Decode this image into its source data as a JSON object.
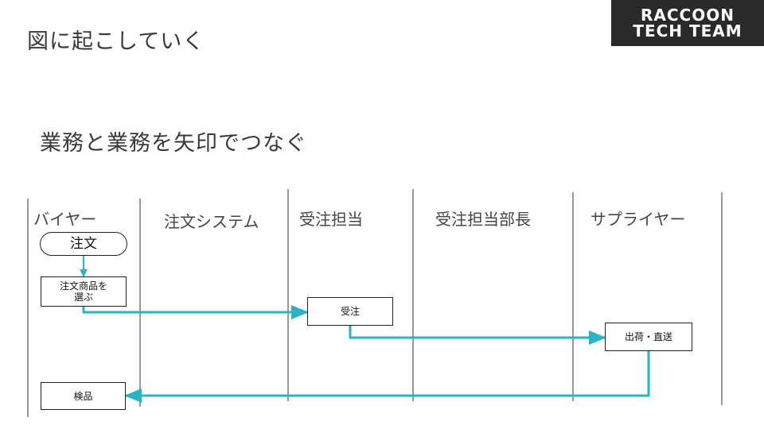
{
  "header": {
    "title": "図に起こしていく",
    "logo_line1": "RACCOON",
    "logo_line2": "TECH TEAM"
  },
  "subtitle": "業務と業務を矢印でつなぐ",
  "lanes": [
    "バイヤー",
    "注文システム",
    "受注担当",
    "受注担当部長",
    "サプライヤー"
  ],
  "nodes": {
    "start": "注文",
    "select": "注文商品を\n選ぶ",
    "receive": "受注",
    "ship": "出荷・直送",
    "inspect": "検品"
  },
  "colors": {
    "arrow": "#2bb3c4",
    "line": "#333333",
    "text": "#3a3a3a"
  }
}
